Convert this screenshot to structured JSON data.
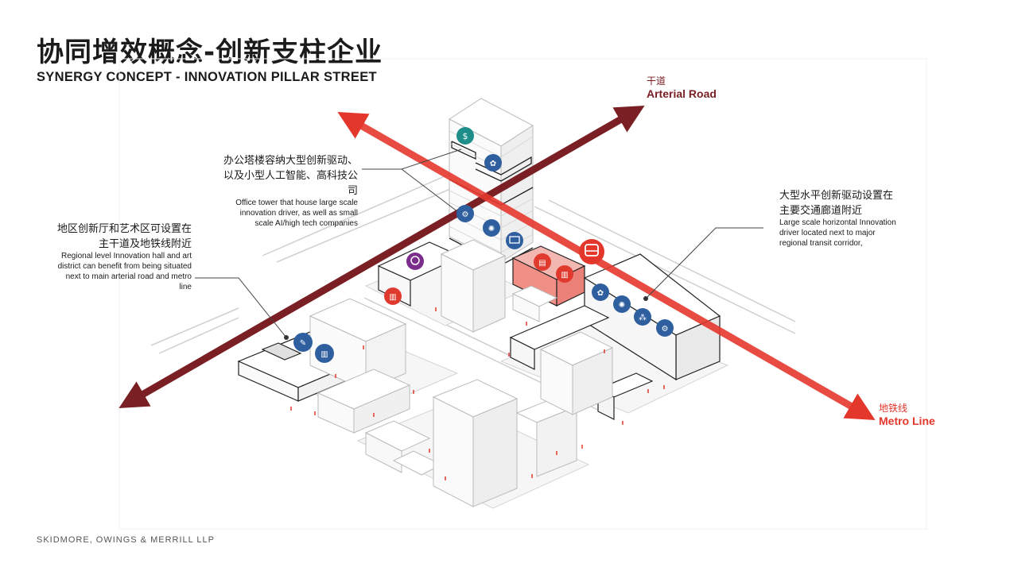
{
  "header": {
    "title_zh": "协同增效概念-创新支柱企业",
    "title_en": "SYNERGY CONCEPT - INNOVATION PILLAR STREET"
  },
  "roads": {
    "arterial": {
      "zh": "干道",
      "en": "Arterial Road",
      "color": "#7a1f24"
    },
    "metro": {
      "zh": "地铁线",
      "en": "Metro Line",
      "color": "#e4372c"
    }
  },
  "notes": {
    "office": {
      "zh": "办公塔楼容纳大型创新驱动、以及小型人工智能、高科技公司",
      "en": "Office tower that house large scale innovation driver, as well as small scale AI/high tech companies"
    },
    "district": {
      "zh": "地区创新厅和艺术区可设置在主干道及地铁线附近",
      "en": "Regional level Innovation hall and art district can benefit from being situated next to main arterial road and metro line"
    },
    "horizontal": {
      "zh": "大型水平创新驱动设置在主要交通廊道附近",
      "en": "Large scale horizontal Innovation driver located next to major regional transit corridor,"
    }
  },
  "footer": "SKIDMORE, OWINGS & MERRILL LLP",
  "colors": {
    "blue_icon": "#2f5f9f",
    "red_icon": "#e03a2f",
    "purple_icon": "#7b2d8b",
    "teal_icon": "#1d8e8a"
  },
  "icons": [
    "money-icon",
    "brain-icon",
    "robot-icon",
    "chip-icon",
    "screen-icon",
    "ai-head-icon",
    "cart-icon",
    "factory-icon",
    "train-icon",
    "network-icon",
    "art-icon",
    "industry-icon"
  ]
}
